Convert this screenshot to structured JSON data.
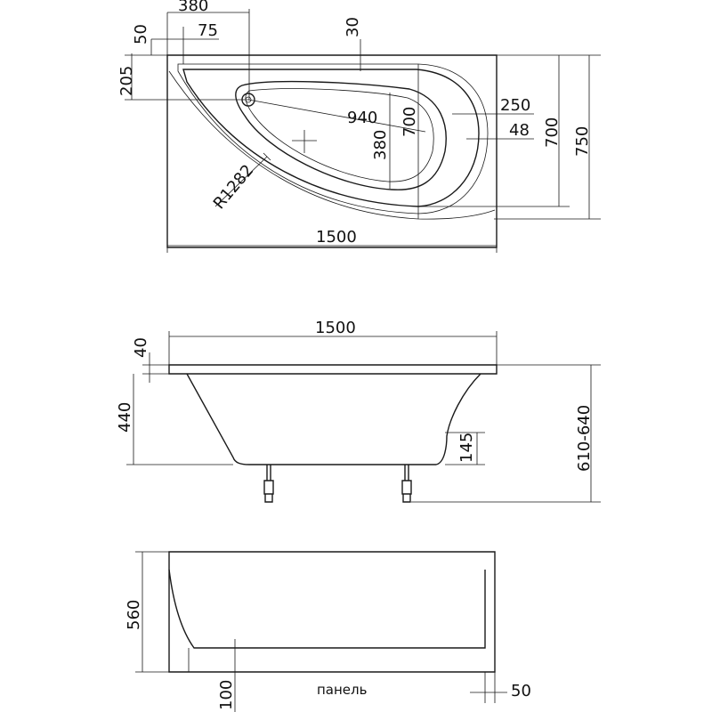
{
  "views": {
    "top": {
      "labels": {
        "w380": "380",
        "w75": "75",
        "w50": "50",
        "d30": "30",
        "h205": "205",
        "d940": "940",
        "d700_inner": "700",
        "d380": "380",
        "d250": "250",
        "d48": "48",
        "h700": "700",
        "h750": "750",
        "r1282": "R1282",
        "w1500": "1500"
      }
    },
    "side": {
      "labels": {
        "w1500": "1500",
        "h40": "40",
        "h440": "440",
        "h145": "145",
        "h610_640": "610-640"
      }
    },
    "panel": {
      "labels": {
        "h560": "560",
        "h100": "100",
        "panel_caption": "панель",
        "w50": "50"
      }
    }
  }
}
